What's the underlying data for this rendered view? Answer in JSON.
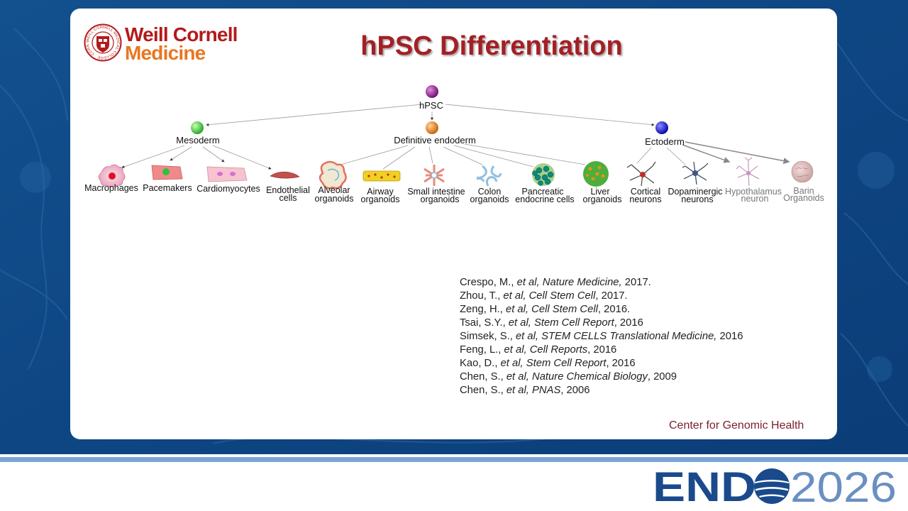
{
  "slide": {
    "title": "hPSC Differentiation",
    "center_name": "Center for Genomic Health"
  },
  "logo": {
    "line1": "Weill Cornell",
    "line2": "Medicine",
    "seal_text": "WEILL CORNELL MEDICAL COLLEGE · CORNELL UNIVERSITY ·"
  },
  "diagram": {
    "root": {
      "label": "hPSC",
      "color": "#8a1a8a"
    },
    "germ_layers": [
      {
        "label": "Mesoderm",
        "color": "#33cc33"
      },
      {
        "label": "Definitive endoderm",
        "color": "#e8851a"
      },
      {
        "label": "Ectoderm",
        "color": "#1a1acc"
      }
    ],
    "cell_types": [
      {
        "label_lines": [
          "Macrophages"
        ],
        "layer": "Mesoderm",
        "icon": "macrophage-icon"
      },
      {
        "label_lines": [
          "Pacemakers"
        ],
        "layer": "Mesoderm",
        "icon": "pacemaker-cell-icon"
      },
      {
        "label_lines": [
          "Cardiomyocytes"
        ],
        "layer": "Mesoderm",
        "icon": "cardiomyocyte-icon"
      },
      {
        "label_lines": [
          "Endothelial",
          "cells"
        ],
        "layer": "Mesoderm",
        "icon": "endothelial-cell-icon"
      },
      {
        "label_lines": [
          "Alveolar",
          "organoids"
        ],
        "layer": "Definitive endoderm",
        "icon": "alveolar-organoid-icon"
      },
      {
        "label_lines": [
          "Airway",
          "organoids"
        ],
        "layer": "Definitive endoderm",
        "icon": "airway-organoid-icon"
      },
      {
        "label_lines": [
          "Small intestine",
          "organoids"
        ],
        "layer": "Definitive endoderm",
        "icon": "intestine-organoid-icon"
      },
      {
        "label_lines": [
          "Colon",
          "organoids"
        ],
        "layer": "Definitive endoderm",
        "icon": "colon-organoid-icon"
      },
      {
        "label_lines": [
          "Pancreatic",
          "endocrine cells"
        ],
        "layer": "Definitive endoderm",
        "icon": "pancreatic-cells-icon"
      },
      {
        "label_lines": [
          "Liver",
          "organoids"
        ],
        "layer": "Definitive endoderm",
        "icon": "liver-organoid-icon"
      },
      {
        "label_lines": [
          "Cortical",
          "neurons"
        ],
        "layer": "Ectoderm",
        "icon": "cortical-neuron-icon"
      },
      {
        "label_lines": [
          "Dopaminergic",
          "neurons"
        ],
        "layer": "Ectoderm",
        "icon": "dopaminergic-neuron-icon"
      },
      {
        "label_lines": [
          "Hypothalamus",
          "neuron"
        ],
        "layer": "Ectoderm",
        "icon": "hypothalamus-neuron-icon",
        "muted": true
      },
      {
        "label_lines": [
          "Barin",
          "Organoids"
        ],
        "layer": "Ectoderm",
        "icon": "brain-organoid-icon",
        "muted": true
      }
    ]
  },
  "references": [
    {
      "authors": "Crespo, M., ",
      "etal": "et al, ",
      "journal": "Nature Medicine,",
      "year": " 2017."
    },
    {
      "authors": "Zhou, T., ",
      "etal": "et al, ",
      "journal": "Cell Stem Cell",
      "year": ", 2017."
    },
    {
      "authors": "Zeng, H., ",
      "etal": "et al, ",
      "journal": "Cell Stem Cell",
      "year": ", 2016."
    },
    {
      "authors": "Tsai, S.Y., ",
      "etal": "et al, ",
      "journal": "Stem Cell Report",
      "year": ", 2016"
    },
    {
      "authors": "Simsek, S., ",
      "etal": "et al, ",
      "journal": "STEM CELLS Translational Medicine,",
      "year": " 2016"
    },
    {
      "authors": "Feng, L., ",
      "etal": "et al, ",
      "journal": "Cell Reports",
      "year": ", 2016"
    },
    {
      "authors": "Kao, D., ",
      "etal": "et al, ",
      "journal": "Stem Cell Report",
      "year": ", 2016"
    },
    {
      "authors": "Chen, S., ",
      "etal": "et al, ",
      "journal": "Nature Chemical Biology",
      "year": ", 2009"
    },
    {
      "authors": "Chen, S., ",
      "etal": "et al, ",
      "journal": "PNAS",
      "year": ", 2006"
    }
  ],
  "conference": {
    "name": "END",
    "year": "2026",
    "colors": {
      "name": "#1a4a8c",
      "year": "#6a8fc2"
    }
  },
  "colors": {
    "title": "#a41f24",
    "background": "#0f4a86",
    "center_name": "#7a1f2b",
    "connector": "#999999"
  }
}
